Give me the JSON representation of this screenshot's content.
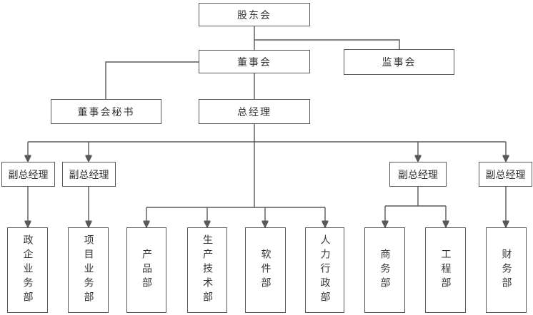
{
  "diagram_type": "org-chart",
  "nodes": {
    "shareholders": "股东会",
    "board": "董事会",
    "supervisory": "监事会",
    "board_secretary": "董事会秘书",
    "general_manager": "总经理",
    "deputy_gm_1": "副总经理",
    "deputy_gm_2": "副总经理",
    "deputy_gm_3": "副总经理",
    "deputy_gm_4": "副总经理",
    "dept_gov_enterprise": "政企业务部",
    "dept_project": "项目业务部",
    "dept_product": "产品部",
    "dept_production_tech": "生产技术部",
    "dept_software": "软件部",
    "dept_hr_admin": "人力行政部",
    "dept_commerce": "商务部",
    "dept_engineering": "工程部",
    "dept_finance": "财务部"
  },
  "edges": [
    "shareholders->board",
    "shareholders->supervisory",
    "board->board_secretary",
    "board->general_manager",
    "general_manager->deputy_gm_1",
    "general_manager->deputy_gm_2",
    "general_manager->deputy_gm_3",
    "general_manager->deputy_gm_4",
    "general_manager->dept_product",
    "general_manager->dept_production_tech",
    "general_manager->dept_software",
    "general_manager->dept_hr_admin",
    "deputy_gm_1->dept_gov_enterprise",
    "deputy_gm_2->dept_project",
    "deputy_gm_3->dept_commerce",
    "deputy_gm_3->dept_engineering",
    "deputy_gm_4->dept_finance"
  ],
  "colors": {
    "line": "#595959",
    "border": "#595959",
    "text": "#333333",
    "background": "#ffffff"
  }
}
